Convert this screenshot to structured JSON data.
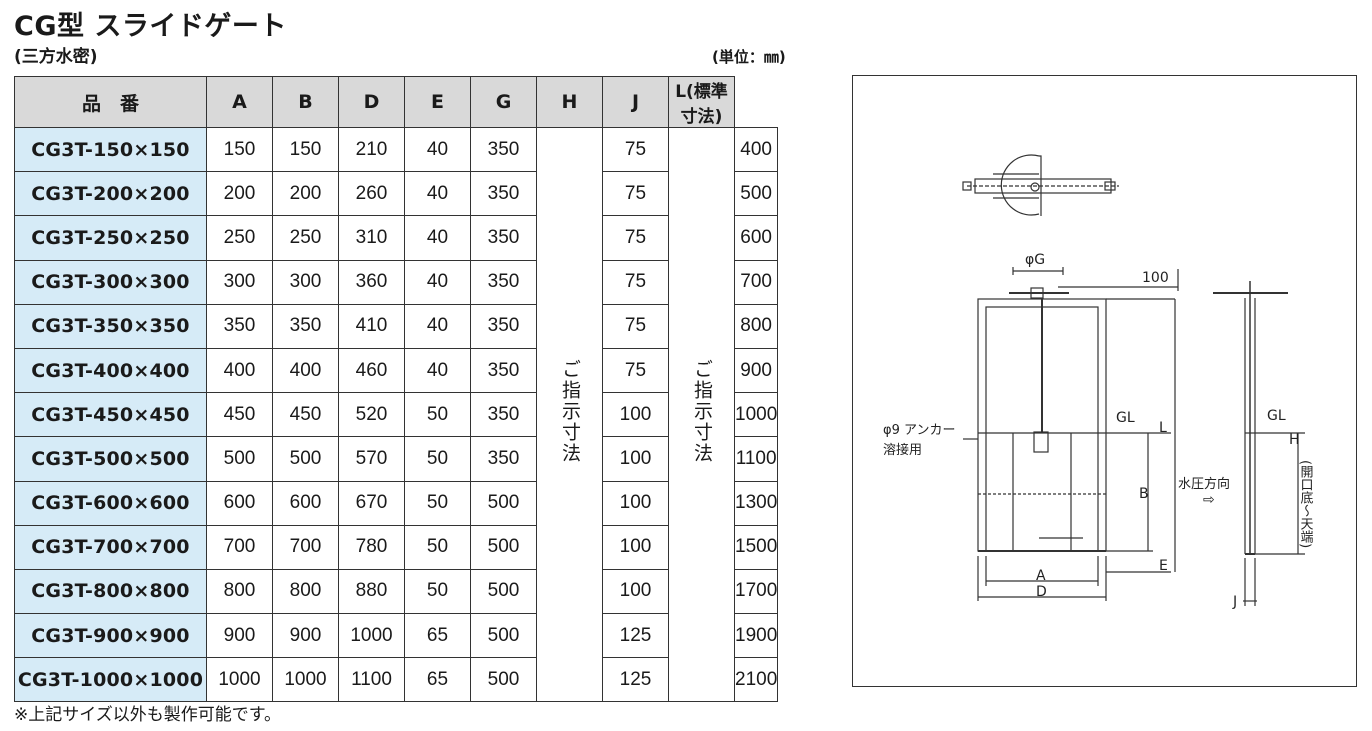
{
  "header": {
    "title": "CG型 スライドゲート",
    "subtitle": "(三方水密)",
    "unit": "(単位：㎜)"
  },
  "table": {
    "columns": [
      "品　番",
      "A",
      "B",
      "D",
      "E",
      "G",
      "H",
      "J",
      "L(標準寸法)"
    ],
    "h_text": "ご指示寸法",
    "j_text": "ご指示寸法",
    "rows": [
      {
        "code": "CG3T-150×150",
        "a": "150",
        "b": "150",
        "d": "210",
        "e": "40",
        "g": "350",
        "j": "75",
        "l": "400"
      },
      {
        "code": "CG3T-200×200",
        "a": "200",
        "b": "200",
        "d": "260",
        "e": "40",
        "g": "350",
        "j": "75",
        "l": "500"
      },
      {
        "code": "CG3T-250×250",
        "a": "250",
        "b": "250",
        "d": "310",
        "e": "40",
        "g": "350",
        "j": "75",
        "l": "600"
      },
      {
        "code": "CG3T-300×300",
        "a": "300",
        "b": "300",
        "d": "360",
        "e": "40",
        "g": "350",
        "j": "75",
        "l": "700"
      },
      {
        "code": "CG3T-350×350",
        "a": "350",
        "b": "350",
        "d": "410",
        "e": "40",
        "g": "350",
        "j": "75",
        "l": "800"
      },
      {
        "code": "CG3T-400×400",
        "a": "400",
        "b": "400",
        "d": "460",
        "e": "40",
        "g": "350",
        "j": "75",
        "l": "900"
      },
      {
        "code": "CG3T-450×450",
        "a": "450",
        "b": "450",
        "d": "520",
        "e": "50",
        "g": "350",
        "j": "100",
        "l": "1000"
      },
      {
        "code": "CG3T-500×500",
        "a": "500",
        "b": "500",
        "d": "570",
        "e": "50",
        "g": "350",
        "j": "100",
        "l": "1100"
      },
      {
        "code": "CG3T-600×600",
        "a": "600",
        "b": "600",
        "d": "670",
        "e": "50",
        "g": "500",
        "j": "100",
        "l": "1300"
      },
      {
        "code": "CG3T-700×700",
        "a": "700",
        "b": "700",
        "d": "780",
        "e": "50",
        "g": "500",
        "j": "100",
        "l": "1500"
      },
      {
        "code": "CG3T-800×800",
        "a": "800",
        "b": "800",
        "d": "880",
        "e": "50",
        "g": "500",
        "j": "100",
        "l": "1700"
      },
      {
        "code": "CG3T-900×900",
        "a": "900",
        "b": "900",
        "d": "1000",
        "e": "65",
        "g": "500",
        "j": "125",
        "l": "1900"
      },
      {
        "code": "CG3T-1000×1000",
        "a": "1000",
        "b": "1000",
        "d": "1100",
        "e": "65",
        "g": "500",
        "j": "125",
        "l": "2100"
      }
    ]
  },
  "note": "※上記サイズ以外も製作可能です。",
  "diagram": {
    "phi_g": "φG",
    "dim_100": "100",
    "anchor_line1": "φ9 アンカー",
    "anchor_line2": "溶接用",
    "gl_front": "GL",
    "gl_side": "GL",
    "label_l": "L",
    "label_b": "B",
    "label_a": "A",
    "label_d": "D",
    "label_e": "E",
    "label_j": "J",
    "label_h": "H",
    "h_note": "(開口底～天端)",
    "water_dir": "水圧方向"
  }
}
